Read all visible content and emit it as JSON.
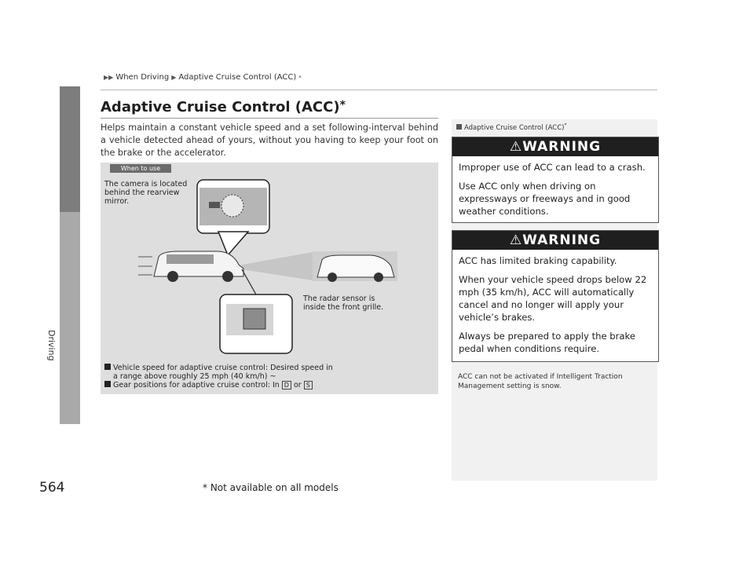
{
  "breadcrumb": {
    "part1": "When Driving",
    "part2": "Adaptive Cruise Control (ACC)",
    "star": "*"
  },
  "title": {
    "text": "Adaptive Cruise Control (ACC)",
    "star": "*"
  },
  "intro": "Helps maintain a constant vehicle speed and a set following-interval behind a vehicle detected ahead of yours, without you having to keep your foot on the brake or the accelerator.",
  "figure": {
    "tag": "When to use",
    "camera_caption": "The camera is located behind the rearview mirror.",
    "radar_caption": "The radar sensor is inside the front grille.",
    "bullet1_line1": "Vehicle speed for adaptive cruise control: Desired speed in",
    "bullet1_line2": "a range above roughly 25 mph (40 km/h) ~",
    "bullet2_prefix": "Gear positions for adaptive cruise control: In",
    "gear_d": "D",
    "bullet2_or": "or",
    "gear_s": "S"
  },
  "sidebar": {
    "section_label": "Driving",
    "note_header": "Adaptive Cruise Control (ACC)",
    "note_star": "*"
  },
  "warnings": [
    {
      "title": "WARNING",
      "lines": [
        "Improper use of ACC can lead to a crash.",
        "Use ACC only when driving on expressways or freeways and in good weather conditions."
      ]
    },
    {
      "title": "WARNING",
      "lines": [
        "ACC has limited braking capability.",
        "When your vehicle speed drops below 22 mph (35 km/h), ACC will automatically cancel and no longer will apply your vehicle’s brakes.",
        "Always be prepared to apply the brake pedal when conditions require."
      ]
    }
  ],
  "note": "ACC can not be activated if Intelligent Traction Management setting is snow.",
  "page_number": "564",
  "footnote": "* Not available on all models"
}
